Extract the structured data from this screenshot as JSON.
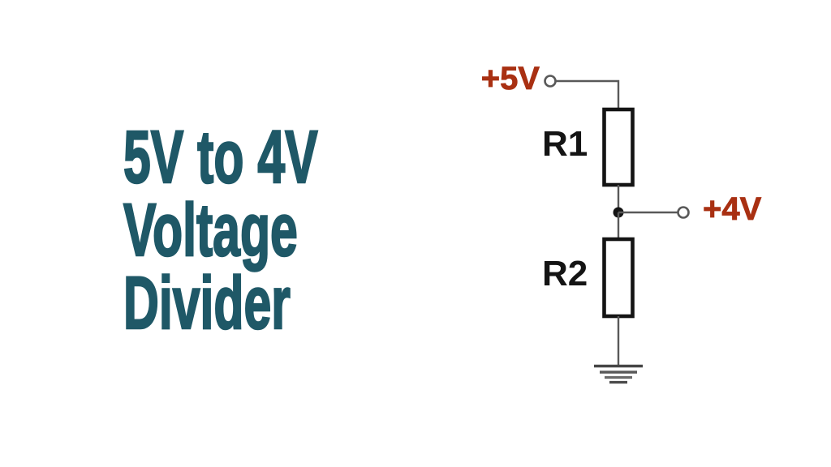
{
  "title": {
    "line1": "5V to 4V",
    "line2": "Voltage",
    "line3": "Divider"
  },
  "circuit": {
    "input_label": "+5V",
    "output_label": "+4V",
    "resistor1_label": "R1",
    "resistor2_label": "R2"
  },
  "colors": {
    "background": "#ffffff",
    "title_text": "#1f5867",
    "voltage_label": "#a93012",
    "component_stroke": "#141414",
    "wire": "#595959"
  }
}
